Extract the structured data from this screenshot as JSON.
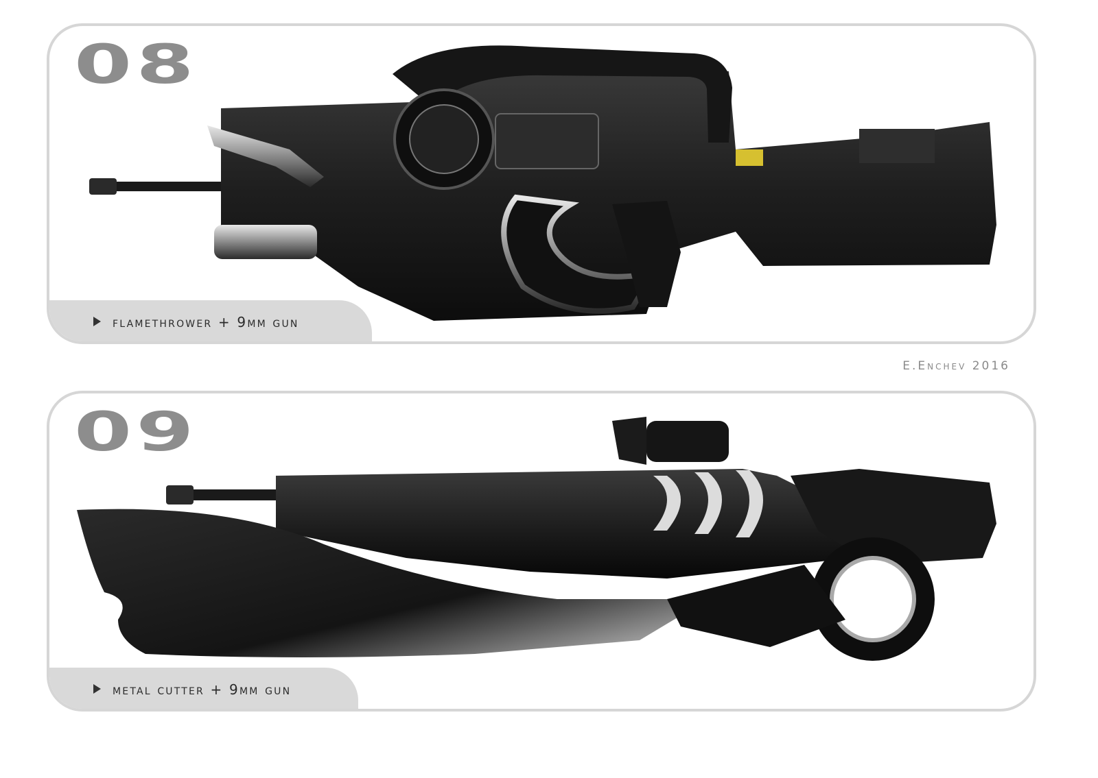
{
  "panels": [
    {
      "number": "08",
      "caption": "FLAMETHROWER + 9MM GUN"
    },
    {
      "number": "09",
      "caption": "METAL CUTTER + 9MM GUN"
    }
  ],
  "signature": "E.Enchev 2016",
  "colors": {
    "panel_border": "#d6d6d6",
    "caption_tab": "#d9d9d9",
    "number": "#8d8d8d",
    "weapon": "#1c1c1c"
  }
}
